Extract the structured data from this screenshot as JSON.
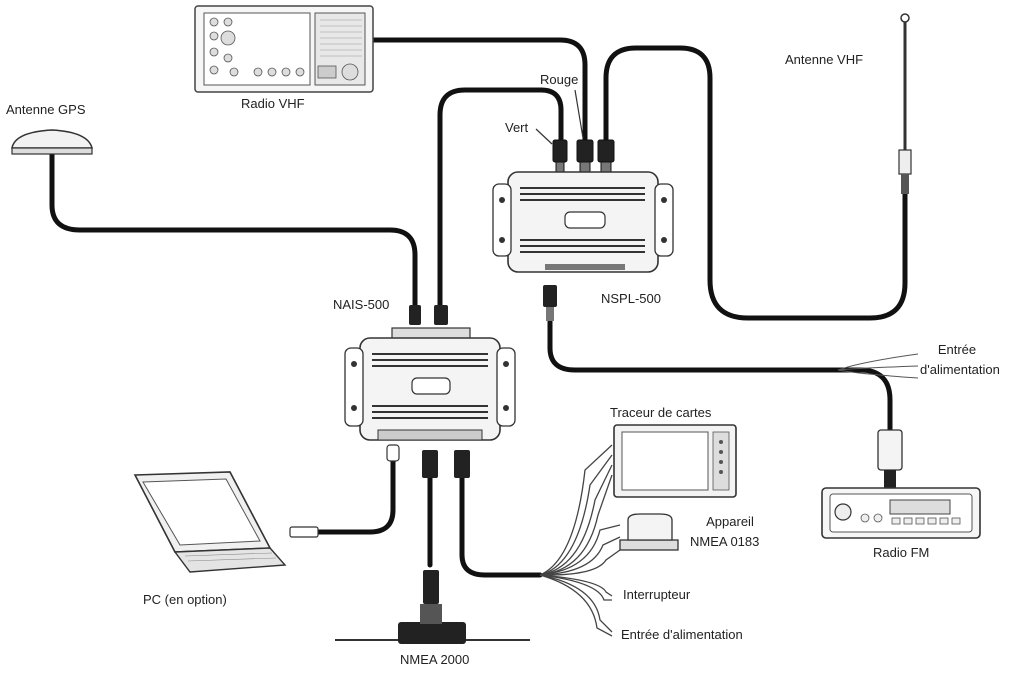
{
  "labels": {
    "radio_vhf": "Radio VHF",
    "antenne_vhf": "Antenne VHF",
    "antenne_gps": "Antenne GPS",
    "rouge": "Rouge",
    "vert": "Vert",
    "nspl500": "NSPL-500",
    "nais500": "NAIS-500",
    "entree_alim_top_line1": "Entrée",
    "entree_alim_top_line2": "d'alimentation",
    "traceur": "Traceur de cartes",
    "appareil_line1": "Appareil",
    "appareil_line2": "NMEA 0183",
    "radio_fm": "Radio FM",
    "pc": "PC (en option)",
    "interrupteur": "Interrupteur",
    "entree_alim_bottom": "Entrée d'alimentation",
    "nmea2000": "NMEA 2000"
  },
  "colors": {
    "cable": "#111111",
    "device_stroke": "#333333",
    "device_fill": "#f4f4f4"
  }
}
